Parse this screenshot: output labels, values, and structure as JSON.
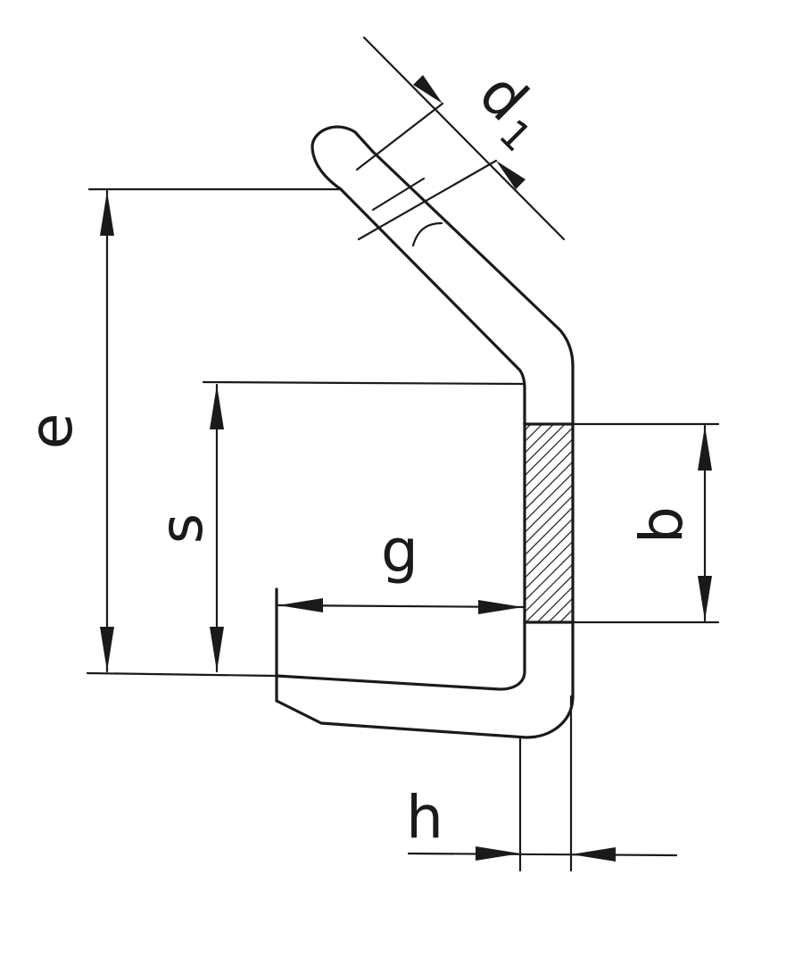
{
  "dimensions": {
    "d1": {
      "label": "d",
      "subscript": "1"
    },
    "e": {
      "label": "e"
    },
    "s": {
      "label": "s"
    },
    "g": {
      "label": "g"
    },
    "b": {
      "label": "b"
    },
    "h": {
      "label": "h"
    }
  },
  "colors": {
    "ink": "#1a1a1a",
    "paper": "#ffffff"
  }
}
